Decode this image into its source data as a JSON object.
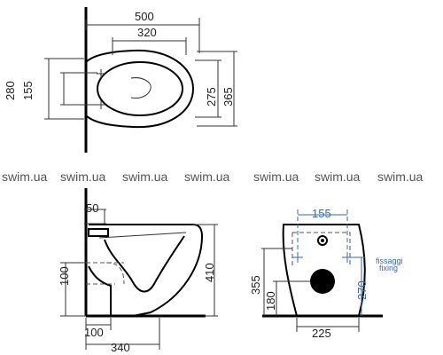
{
  "top_view": {
    "dims": {
      "overall_length": "500",
      "bolt_spacing": "320",
      "mount_height": "280",
      "hole_spacing": "155",
      "seat_width": "275",
      "overall_width": "365"
    }
  },
  "watermark": {
    "text": "swim.ua"
  },
  "side_view": {
    "dims": {
      "top_offset": "50",
      "height": "410",
      "outlet_height": "100",
      "outlet_offset": "100",
      "depth": "340"
    }
  },
  "rear_view": {
    "dims": {
      "hole_spacing": "155",
      "fixing_height": "270",
      "overall_height": "355",
      "outlet_height": "180",
      "base_width": "225"
    },
    "fixing_note_line1": "fissaggi",
    "fixing_note_line2": "fixing"
  }
}
